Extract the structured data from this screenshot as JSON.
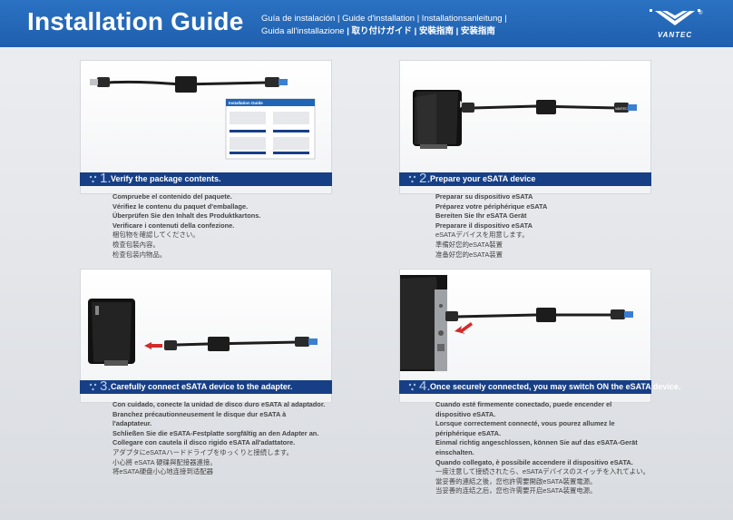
{
  "header": {
    "title": "Installation Guide",
    "langs_line1": "Guía de instalación  |  Guide d'installation  |  Installationsanleitung  |",
    "langs_line2_a": "Guida all'installazione",
    "langs_line2_b": "|  取り付けガイド  |  安裝指南  |  安装指南",
    "brand": "VANTEC",
    "reg_mark": "®"
  },
  "colors": {
    "header_blue": "#2166b6",
    "step_bar": "#173f86",
    "step_number": "#b9d2ee"
  },
  "steps": [
    {
      "number": "1.",
      "caption": "Verify the package contents.",
      "lines": [
        "Compruebe el contenido del paquete.",
        "Vérifiez le contenu du paquet d'emballage.",
        "Überprüfen Sie den Inhalt des Produktkartons.",
        "Verificare i contenuti della confezione.",
        "梱包物を確認してください。",
        "檢查包裝內容。",
        "检查包装内物品。"
      ]
    },
    {
      "number": "2.",
      "caption": "Prepare your eSATA device",
      "lines": [
        "Preparar su dispositivo eSATA",
        "Préparez votre périphérique eSATA",
        "Bereiten Sie Ihr eSATA Gerät",
        "Preparare il dispositivo eSATA",
        "eSATAデバイスを用意します。",
        "準備好您的eSATA裝置",
        "准备好您的eSATA装置"
      ]
    },
    {
      "number": "3.",
      "caption": "Carefully connect eSATA device to the adapter.",
      "lines": [
        "Con cuidado, conecte la unidad de disco duro eSATA al adaptador.",
        "Branchez précautionneusement le disque dur eSATA à",
        "l'adaptateur.",
        "Schließen Sie die eSATA-Festplatte sorgfältig an den Adapter an.",
        "Collegare con cautela il disco rigido eSATA all'adattatore.",
        "アダプタにeSATAハードドライブをゆっくりと接続します。",
        "小心將 eSATA 硬碟與配接器連接。",
        "将eSATA硬盘小心地连接到适配器"
      ]
    },
    {
      "number": "4.",
      "caption": "Once securely connected, you may switch ON the eSATA device.",
      "lines": [
        "Cuando esté firmemente conectado, puede encender el",
        "dispositivo eSATA.",
        "Lorsque correctement connecté, vous pourez allumez le",
        "périphérique eSATA.",
        "Einmal richtig angeschlossen, können Sie auf das eSATA-Gerät",
        "einschalten.",
        "Quando collegato, è possibile accendere il dispositivo eSATA.",
        "一度注意して接続されたら、eSATAデバイスのスイッチを入れてよい。",
        "當妥善的連結之後，您也許需要開啟eSATA裝置電源。",
        "当妥善的连结之后，您也许需要开启eSATA装置电源。"
      ]
    }
  ],
  "illustrations": {
    "cable_label": "VANTEC",
    "mini_guide_title": "Installation Guide"
  }
}
